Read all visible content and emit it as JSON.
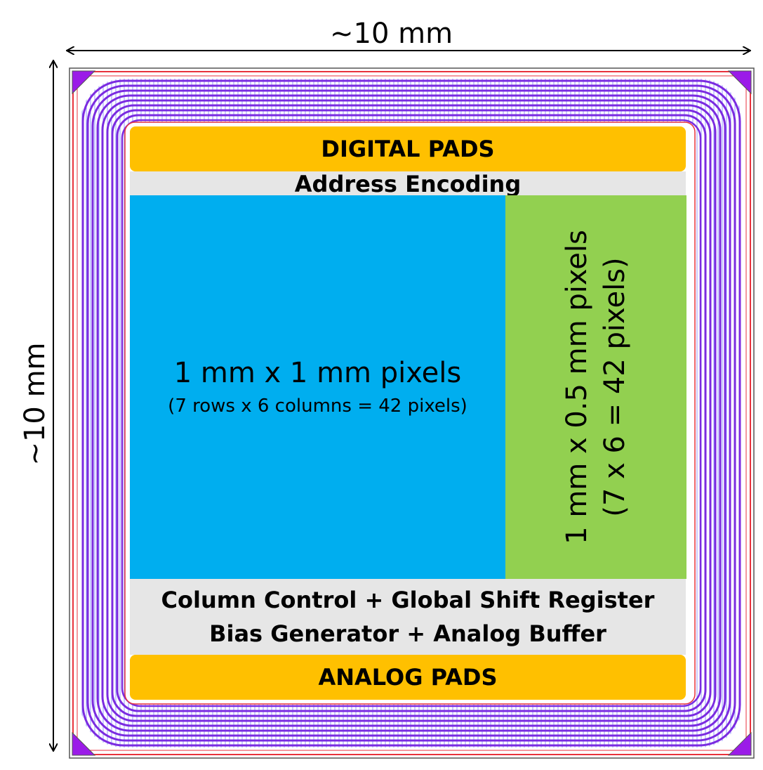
{
  "dimensions": {
    "width_label": "~10 mm",
    "height_label": "~10 mm"
  },
  "blocks": {
    "digital_pads": "DIGITAL PADS",
    "address_encoding": "Address Encoding",
    "large_pixels": {
      "title": "1 mm x 1 mm pixels",
      "subtitle": "(7 rows x 6 columns = 42 pixels)"
    },
    "small_pixels": {
      "title": "1 mm x 0.5 mm pixels",
      "subtitle": "(7 x 6 = 42 pixels)"
    },
    "column_control": "Column Control + Global Shift Register",
    "bias_generator": "Bias Generator + Analog Buffer",
    "analog_pads": "ANALOG PADS"
  },
  "colors": {
    "pads": "#FFC000",
    "control": "#E6E6E6",
    "large_pixels": "#00AEEF",
    "small_pixels": "#92D050",
    "guard_ring": "#7B2BE0",
    "seal_ring": "#E8323C"
  }
}
